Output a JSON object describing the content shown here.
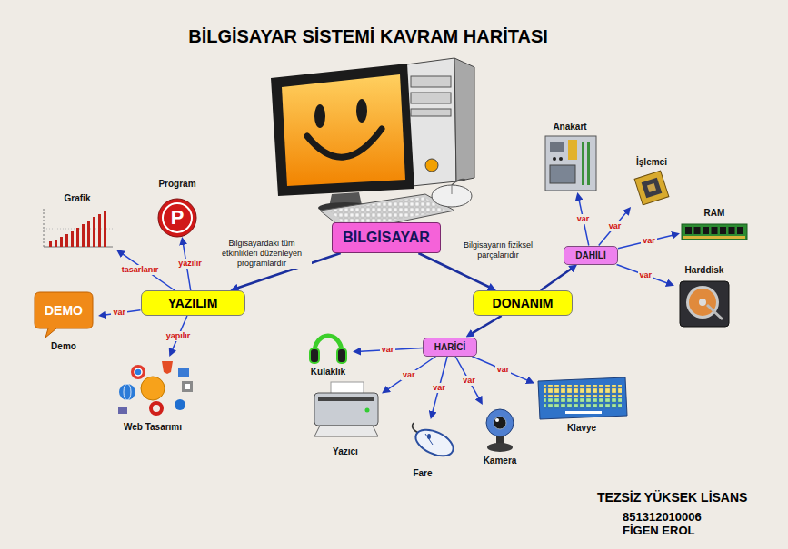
{
  "diagram": {
    "title": "BİLGİSAYAR SİSTEMİ KAVRAM HARİTASI",
    "nodes": [
      {
        "text": [
          "BİLGİSAYAR"
        ]
      },
      {
        "text": [
          "YAZILIM"
        ]
      },
      {
        "text": [
          "DONANIM"
        ]
      },
      {
        "text": [
          "Grafik"
        ]
      },
      {
        "text": [
          "Program"
        ]
      },
      {
        "text": [
          "Demo"
        ]
      },
      {
        "text": [
          "Web Tasarımı"
        ]
      },
      {
        "text": [
          "DAHİLİ"
        ]
      },
      {
        "text": [
          "HARİCİ"
        ]
      },
      {
        "text": [
          "Anakart"
        ]
      },
      {
        "text": [
          "İşlemci"
        ]
      },
      {
        "text": [
          "RAM"
        ]
      },
      {
        "text": [
          "Harddisk"
        ]
      },
      {
        "text": [
          "Kulaklık"
        ]
      },
      {
        "text": [
          "Yazıcı"
        ]
      },
      {
        "text": [
          "Fare"
        ]
      },
      {
        "text": [
          "Kamera"
        ]
      },
      {
        "text": [
          "Klavye"
        ]
      }
    ],
    "edges": [
      {
        "from": 0,
        "to": 1,
        "label": "Bilgisayardaki tüm etkinlikleri düzenleyen programlardır",
        "arrow": "to"
      },
      {
        "from": 0,
        "to": 2,
        "label": "Bilgisayarın fiziksel parçalarıdır",
        "arrow": "to"
      },
      {
        "from": 1,
        "to": 3,
        "label": "tasarlanır",
        "arrow": "to"
      },
      {
        "from": 1,
        "to": 4,
        "label": "yazılır",
        "arrow": "to"
      },
      {
        "from": 1,
        "to": 5,
        "label": "var",
        "arrow": "to"
      },
      {
        "from": 1,
        "to": 6,
        "label": "yapılır",
        "arrow": "to"
      },
      {
        "from": 2,
        "to": 7,
        "arrow": "to"
      },
      {
        "from": 2,
        "to": 8,
        "arrow": "to"
      },
      {
        "from": 7,
        "to": 9,
        "label": "var",
        "arrow": "to"
      },
      {
        "from": 7,
        "to": 10,
        "label": "var",
        "arrow": "to"
      },
      {
        "from": 7,
        "to": 11,
        "label": "var",
        "arrow": "to"
      },
      {
        "from": 7,
        "to": 12,
        "label": "var",
        "arrow": "to"
      },
      {
        "from": 8,
        "to": 13,
        "label": "var",
        "arrow": "to"
      },
      {
        "from": 8,
        "to": 14,
        "label": "var",
        "arrow": "to"
      },
      {
        "from": 8,
        "to": 15,
        "label": "var",
        "arrow": "to"
      },
      {
        "from": 8,
        "to": 16,
        "label": "var",
        "arrow": "to"
      },
      {
        "from": 8,
        "to": 17,
        "label": "var",
        "arrow": "to"
      }
    ],
    "labels": [
      "DEMO",
      "P",
      "TEZSİZ YÜKSEK LİSANS",
      "851312010006",
      "FİGEN EROL"
    ]
  }
}
